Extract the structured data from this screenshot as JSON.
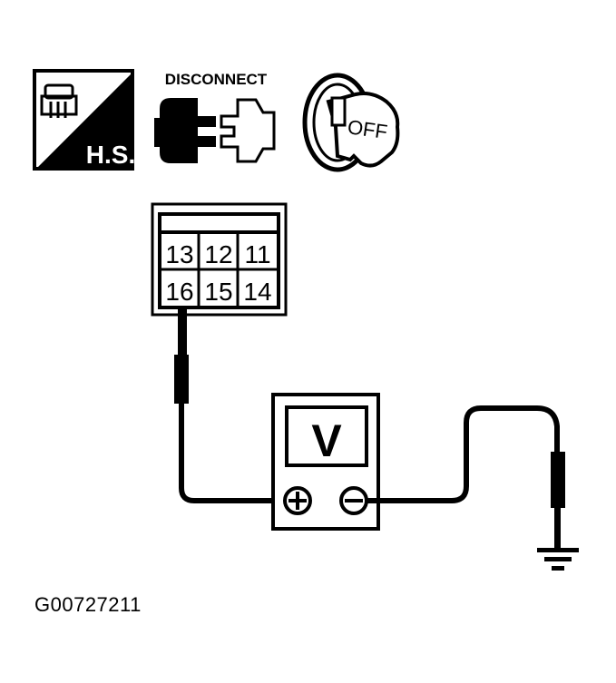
{
  "icons": {
    "harness_side": {
      "label": "H.S."
    },
    "disconnect": {
      "label": "DISCONNECT"
    },
    "ignition": {
      "label": "OFF"
    }
  },
  "connector": {
    "pins_top": [
      "13",
      "12",
      "11"
    ],
    "pins_bottom": [
      "16",
      "15",
      "14"
    ],
    "probed_pin": "16"
  },
  "meter": {
    "display": "V",
    "positive_terminal": "+",
    "negative_terminal": "−"
  },
  "figure_id": "G00727211",
  "colors": {
    "line": "#000000",
    "background": "#ffffff"
  }
}
